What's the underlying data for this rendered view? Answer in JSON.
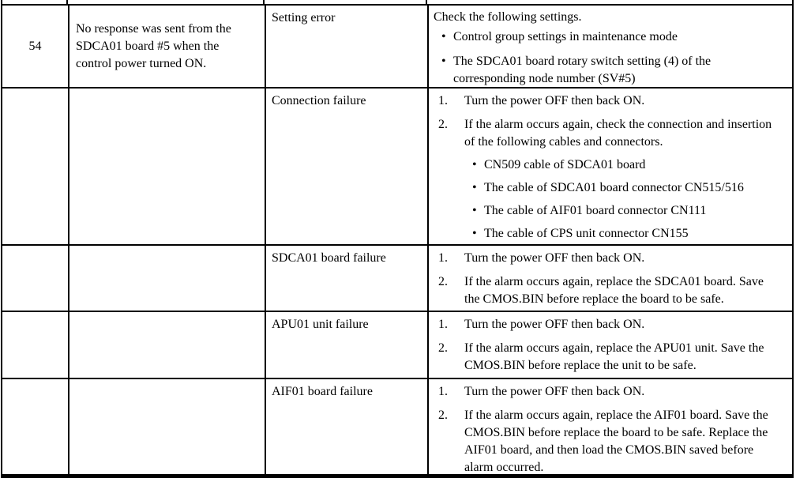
{
  "colors": {
    "border": "#000000",
    "text": "#000000",
    "background": "#ffffff"
  },
  "glyphs": {
    "bullet": "•"
  },
  "table": {
    "rows": [
      {
        "no": "54",
        "symptom": "No response was sent from the SDCA01 board #5 when the control power turned ON.",
        "cause": "Setting error",
        "action": {
          "intro": "Check the following settings.",
          "bullets": [
            "Control group settings in maintenance mode",
            "The SDCA01 board rotary switch setting (4) of the corresponding node number (SV#5)"
          ]
        }
      },
      {
        "no": "",
        "symptom": "",
        "cause": "Connection failure",
        "action": {
          "steps": [
            {
              "num": "1.",
              "text": "Turn the power OFF then back ON."
            },
            {
              "num": "2.",
              "text": "If the alarm occurs again, check the connection and insertion of the following cables and connectors.",
              "bullets": [
                "CN509 cable of SDCA01 board",
                "The cable of SDCA01 board connector CN515/516",
                "The cable of AIF01 board connector CN111",
                "The cable of CPS unit connector CN155"
              ]
            }
          ]
        }
      },
      {
        "no": "",
        "symptom": "",
        "cause": "SDCA01 board failure",
        "action": {
          "steps": [
            {
              "num": "1.",
              "text": "Turn the power OFF then back ON."
            },
            {
              "num": "2.",
              "text": "If the alarm occurs again, replace the SDCA01 board. Save the CMOS.BIN before replace the board to be safe."
            }
          ]
        }
      },
      {
        "no": "",
        "symptom": "",
        "cause": "APU01 unit failure",
        "action": {
          "steps": [
            {
              "num": "1.",
              "text": "Turn the power OFF then back ON."
            },
            {
              "num": "2.",
              "text": "If the alarm occurs again, replace the APU01 unit. Save the CMOS.BIN before replace the unit to be safe."
            }
          ]
        }
      },
      {
        "no": "",
        "symptom": "",
        "cause": "AIF01 board failure",
        "action": {
          "steps": [
            {
              "num": "1.",
              "text": "Turn the power OFF then back ON."
            },
            {
              "num": "2.",
              "text": "If the alarm occurs again, replace the AIF01 board. Save the CMOS.BIN before replace the board to be safe. Replace the AIF01 board, and then load the CMOS.BIN saved before alarm occurred."
            }
          ]
        }
      }
    ]
  }
}
